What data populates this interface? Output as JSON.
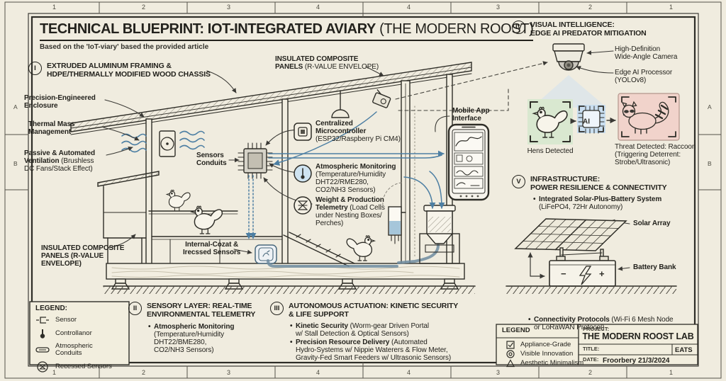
{
  "colors": {
    "paper": "#f0ecdf",
    "ink": "#23221d",
    "accent_blue": "#4d7fa3",
    "detect_green": "#d9e8d0",
    "detect_blue": "#c9def0",
    "detect_red": "#f1d3cb"
  },
  "ruler": {
    "top": [
      "1",
      "2",
      "3",
      "4",
      "4",
      "3",
      "2",
      "1"
    ],
    "bottom": [
      "1",
      "2",
      "3",
      "4",
      "4",
      "3",
      "2",
      "1"
    ],
    "left": [
      "A",
      "B"
    ],
    "right": [
      "A",
      "B"
    ]
  },
  "header": {
    "title_bold": "TECHNICAL BLUEPRINT: IOT-INTEGRATED AVIARY",
    "title_light": " (THE MODERN ROOST)",
    "subtitle": "Based on the 'IoT-viary' based the provided article"
  },
  "sections": {
    "one": {
      "num": "I",
      "l1": "EXTRUDED ALUMINUM FRAMING &",
      "l2": "HDPE/THERMALLY MODIFIED WOOD CHASSIS"
    },
    "two": {
      "num": "II",
      "l1": "SENSORY LAYER: REAL-TIME",
      "l2": "ENVIRONMENTAL TELEMETRY",
      "b1_bold": "Atmospheric Monitoring",
      "b1_r1": "(Temperature/Humidity",
      "b1_r2": "DHT22/BME280,",
      "b1_r3": "CO2/NH3 Sensors)"
    },
    "three": {
      "num": "III",
      "l1": "AUTONOMOUS ACTUATION: KINETIC SECURITY",
      "l2": "& LIFE SUPPORT",
      "b1_bold": "Kinetic Security",
      "b1_rest": " (Worm-gear Driven Portal",
      "b1_l2": "w/ Stall Detection & Optical Sensors)",
      "b2_bold": "Precision Resource Delivery",
      "b2_rest": " (Automated",
      "b2_l2": "Hydro-Systems w/ Nippie Waterers & Flow Meter,",
      "b2_l3": "Gravity-Fed Smart Feeders w/ Ultrasonic Sensors)"
    },
    "four": {
      "num": "IV",
      "l1": "VISUAL INTELLIGENCE:",
      "l2": "EDGE AI PREDATOR MITIGATION"
    },
    "five": {
      "num": "V",
      "l1": "INFRASTRUCTURE:",
      "l2": "POWER RESILIENCE & CONNECTIVITY"
    }
  },
  "callouts": {
    "precision": "Precision-Engineered\nEnclosure",
    "thermal": "Thermal Mass\nManagement",
    "vent": {
      "b1": "Passive & Automated",
      "b2": "Ventilation",
      "r2": " (Brushless",
      "r3": "DC Fans/Stack Effect)"
    },
    "insulated_left": "INSULATED COMPOSITE\nPANELS (R-VALUE\nENVELOPE)",
    "insulated_top": {
      "b1": "INSULATED COMPOSITE",
      "b2": "PANELS",
      "r2": " (R-VALUE ENVELOPE)"
    },
    "sensors_conduits": "Sensors\nConduits",
    "internal": "Internal-Cozat &\nIrecssed Sensors",
    "micro": {
      "b1": "Centralized",
      "b2": "Microcontroller",
      "r": "(ESP32/Raspberry Pi CM4)"
    },
    "atmo": {
      "b": "Atmospheric Monitoring",
      "r1": "(Temperature/Humidity",
      "r2": "DHT22/RME280,",
      "r3": "CO2/NH3 Sensors)"
    },
    "weight": {
      "b1": "Weight & Production",
      "b2": "Telemetry",
      "r2": " (Load Cells",
      "r3": "under Nesting Boxes/",
      "r4": "Perches)"
    },
    "mobile": "Mobile App\nInterface",
    "camera": "High-Definition\nWide-Angle Camera",
    "edge_ai": "Edge AI Processor\n(YOLOv8)",
    "hens": "Hens Detected",
    "ai_label": "AI",
    "threat": "Threat Detected: Raccoon\n(Triggering Deterrent:\nStrobe/Ultrasonic)",
    "solar_sys": {
      "b": "Integrated Solar-Plus-Battery System",
      "r": "(LiFePO4, 72Hr Autonomy)"
    },
    "solar_array": "Solar Array",
    "battery_bank": "Battery Bank",
    "battery": {
      "minus": "−",
      "plus": "+"
    },
    "conn": {
      "b": "Connectivity Protocols",
      "r1": " (Wi-Fi 6 Mesh Node",
      "r2": "or LoRaWAN Protocol)"
    }
  },
  "legend_left": {
    "title": "LEGEND:",
    "items": [
      {
        "icon": "sensor-icon",
        "label": "Sensor"
      },
      {
        "icon": "thermometer-icon",
        "label": "Controllanor"
      },
      {
        "icon": "conduit-icon",
        "label": "Atmospheric\nConduits"
      },
      {
        "icon": "recessed-sensor-icon",
        "label": "Recessed Sensors"
      }
    ]
  },
  "title_block": {
    "legend_title": "LEGEND",
    "items": [
      {
        "icon": "checkbox-icon",
        "label": "Appliance-Grade"
      },
      {
        "icon": "target-icon",
        "label": "Visible Innovation"
      },
      {
        "icon": "triangle-icon",
        "label": "Aesthetic Minimalism"
      }
    ],
    "project_label": "PROJECT:",
    "project": "THE MODERN ROOST LAB",
    "title_label": "TITLE:",
    "stamp": "EATS",
    "date_label": "DATE:",
    "date": "Froorbery 21/3/2024"
  }
}
